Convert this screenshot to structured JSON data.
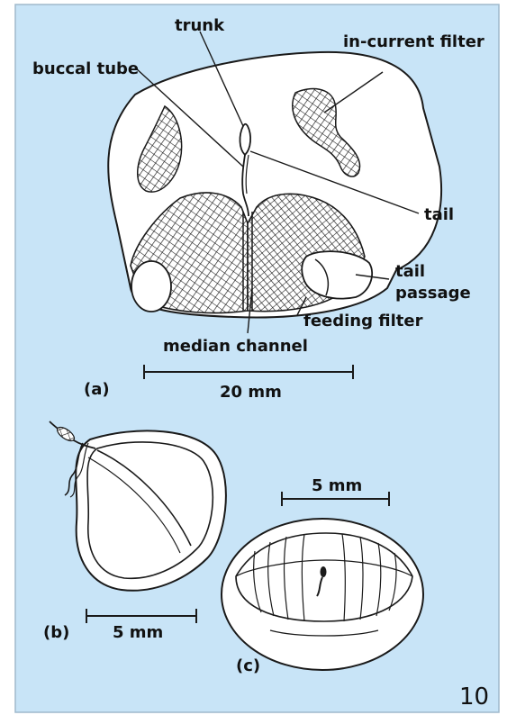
{
  "colors": {
    "panel": "#c8e4f7",
    "panel_border": "#9fb9cc",
    "ink": "#1a1a1a",
    "house": "#ffffff"
  },
  "labels": {
    "trunk": "trunk",
    "in_current_filter": "in-current filter",
    "buccal_tube": "buccal tube",
    "tail": "tail",
    "tail_passage_line1": "tail",
    "tail_passage_line2": "passage",
    "feeding_filter": "feeding filter",
    "median_channel": "median channel",
    "panel_a": "(a)",
    "scale_a": "20 mm",
    "panel_b": "(b)",
    "scale_b": "5 mm",
    "scale_c": "5 mm",
    "panel_c": "(c)"
  },
  "page_number": "10"
}
